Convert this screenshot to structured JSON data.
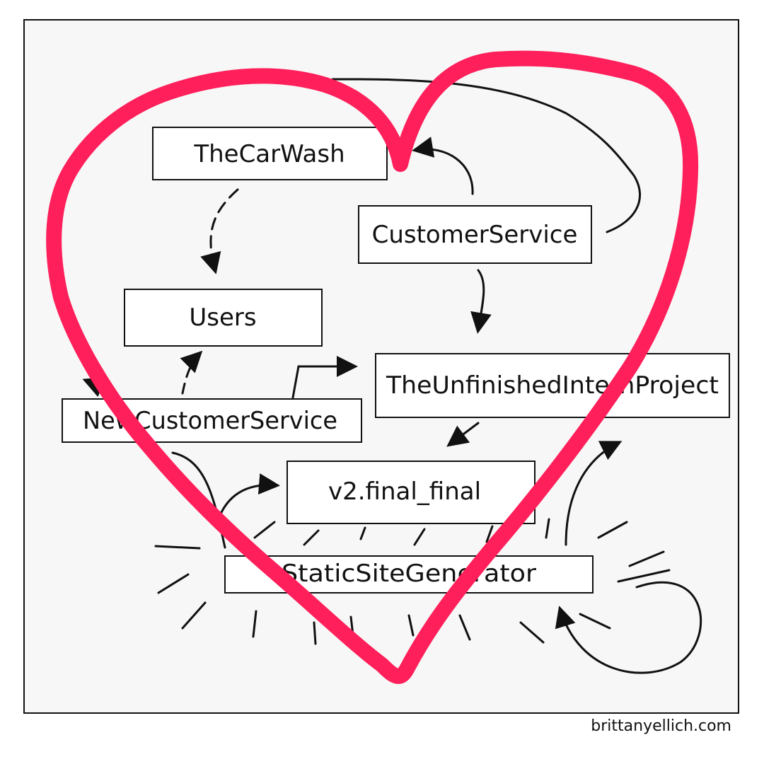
{
  "diagram": {
    "boxes": [
      {
        "id": "thecarwash",
        "label": "TheCarWash"
      },
      {
        "id": "customerservice",
        "label": "CustomerService"
      },
      {
        "id": "users",
        "label": "Users"
      },
      {
        "id": "theunfinishedinternproject",
        "label": "TheUnfinishedInternProject"
      },
      {
        "id": "newcustomerservice",
        "label": "NewCustomerService"
      },
      {
        "id": "v2finalfinal",
        "label": "v2.final_final"
      },
      {
        "id": "staticsitegenerator",
        "label": "StaticSiteGenerator"
      }
    ]
  },
  "colors": {
    "heart": "#ff1f5a",
    "ink": "#111111",
    "panel_bg": "#f7f7f7"
  },
  "credit": "brittanyellich.com"
}
